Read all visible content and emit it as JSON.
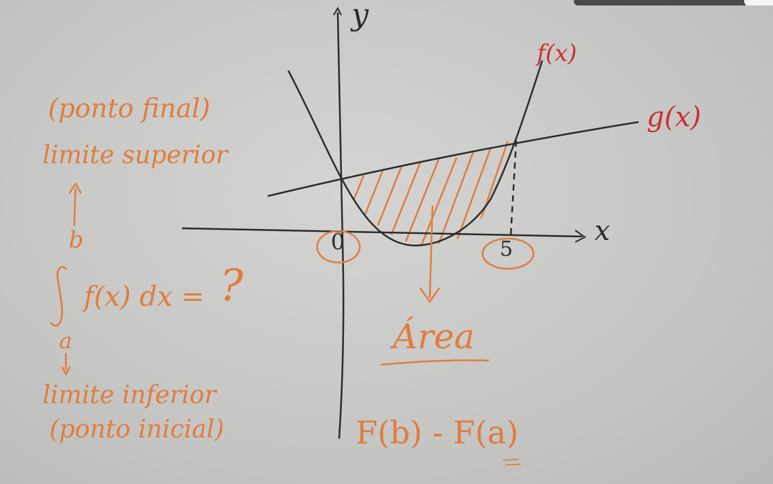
{
  "notes": {
    "upper_limit_paren": "(ponto final)",
    "upper_limit": "limite superior",
    "b": "b",
    "integrand": "f(x) dx =",
    "question": "?",
    "a": "a",
    "lower_limit": "limite inferior",
    "lower_limit_paren": "(ponto inicial)"
  },
  "graph": {
    "y_label": "y",
    "x_label": "x",
    "f_label": "f(x)",
    "g_label": "g(x)",
    "tick_0": "0",
    "tick_5": "5",
    "area_label": "Área",
    "formula": "F(b) - F(a)",
    "equals_mark": "//"
  },
  "colors": {
    "ink": "#2b2b2b",
    "orange": "#e07d3e",
    "red": "#cc2f35",
    "board": "#cfcfcd"
  }
}
